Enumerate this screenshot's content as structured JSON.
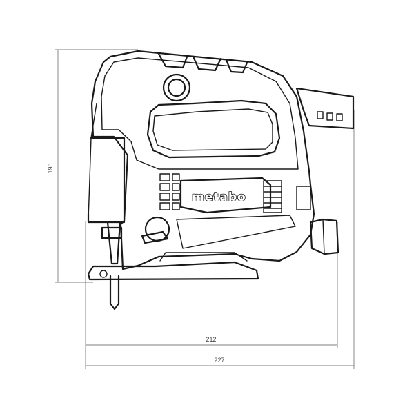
{
  "drawing": {
    "brand_logo": "metabo",
    "dimensions": {
      "height": "198",
      "length_body": "212",
      "length_overall": "227"
    }
  }
}
